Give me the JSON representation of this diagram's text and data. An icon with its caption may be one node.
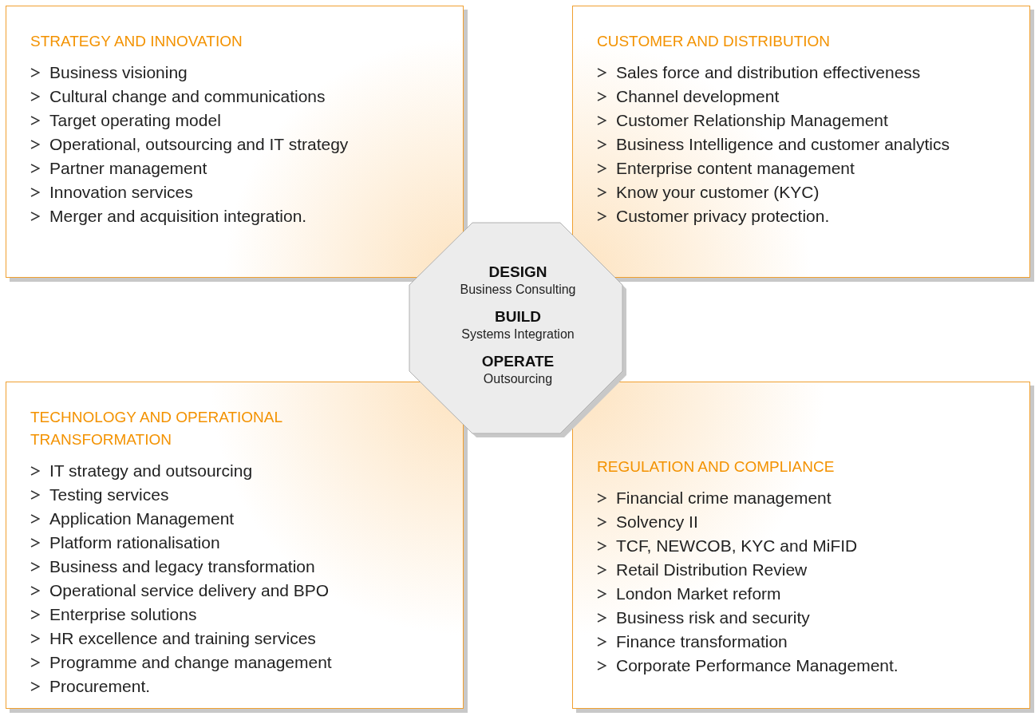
{
  "diagram": {
    "nodes": [
      {
        "text": [
          "STRATEGY AND INNOVATION",
          "Business visioning",
          "Cultural change and communications",
          "Target operating model",
          "Operational, outsourcing and IT strategy",
          "Partner management",
          "Innovation services",
          "Merger and acquisition integration."
        ]
      },
      {
        "text": [
          "CUSTOMER AND DISTRIBUTION",
          "Sales force and distribution effectiveness",
          "Channel development",
          "Customer Relationship Management",
          "Business Intelligence and customer analytics",
          "Enterprise content management",
          "Know your customer (KYC)",
          "Customer privacy protection."
        ]
      },
      {
        "text": [
          "TECHNOLOGY AND OPERATIONAL TRANSFORMATION",
          "IT strategy and outsourcing",
          "Testing services",
          "Application Management",
          "Platform rationalisation",
          "Business and legacy transformation",
          "Operational service delivery and BPO",
          "Enterprise solutions",
          "HR excellence and training services",
          "Programme and change management",
          "Procurement."
        ]
      },
      {
        "text": [
          "REGULATION AND COMPLIANCE",
          "Financial crime management",
          "Solvency II",
          "TCF, NEWCOB, KYC and MiFID",
          "Retail Distribution Review",
          "London Market reform",
          "Business risk and security",
          "Finance transformation",
          "Corporate Performance Management."
        ]
      },
      {
        "text": [
          "DESIGN",
          "Business Consulting",
          "BUILD",
          "Systems Integration",
          "OPERATE",
          "Outsourcing"
        ]
      }
    ]
  }
}
